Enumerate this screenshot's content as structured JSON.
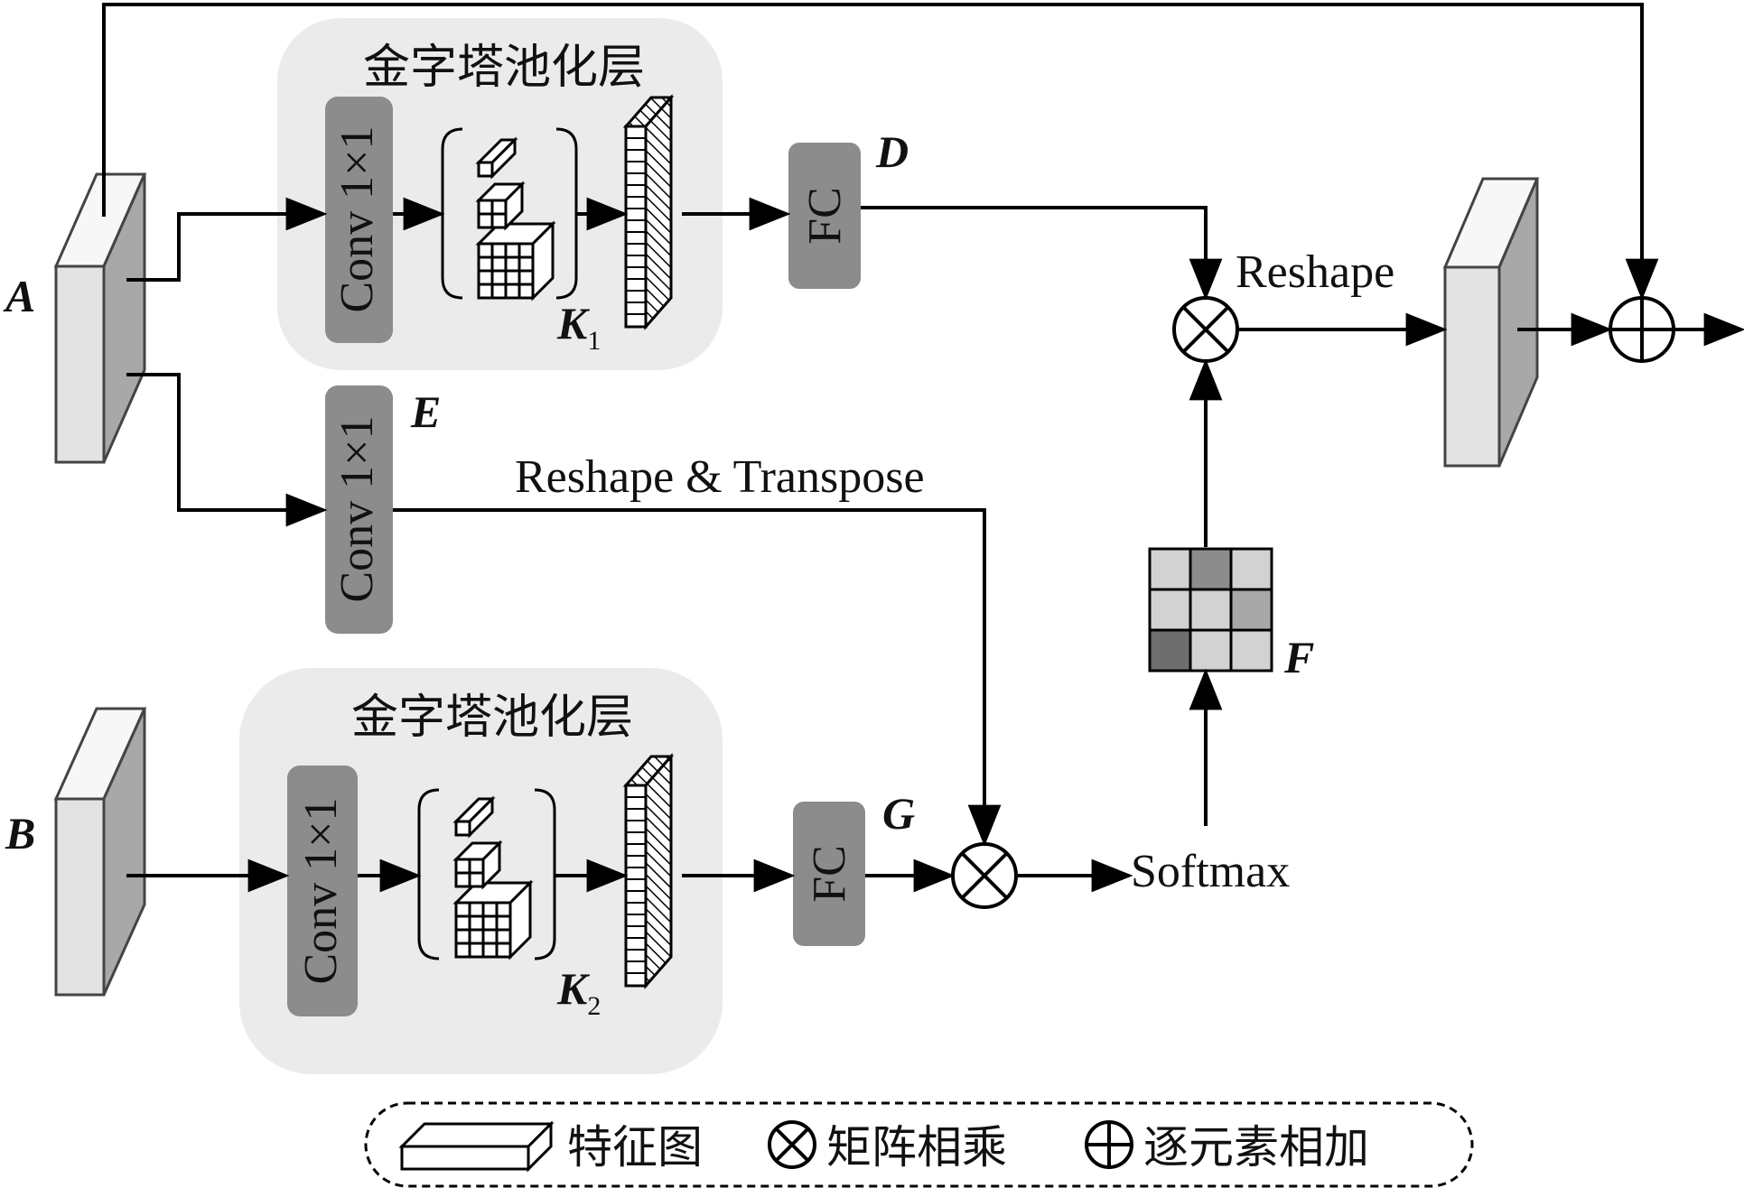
{
  "pyramid_title_top": "金字塔池化层",
  "pyramid_title_bottom": "金字塔池化层",
  "conv_label": "Conv 1×1",
  "fc_label": "FC",
  "labels": {
    "A": "A",
    "B": "B",
    "D": "D",
    "E": "E",
    "F": "F",
    "G": "G",
    "K": "K",
    "k1_sub": "1",
    "k2_sub": "2"
  },
  "ops": {
    "reshape": "Reshape",
    "reshape_transpose": "Reshape & Transpose",
    "softmax": "Softmax"
  },
  "legend": {
    "feature_map": "特征图",
    "matrix_multiply": "矩阵相乘",
    "elementwise_add": "逐元素相加"
  },
  "colors": {
    "panel": "#ebebeb",
    "module": "#8c8c8c",
    "map_front": "#e3e3e3",
    "map_side": "#a8a8a8",
    "map_top": "#f7f7f7",
    "stroke": "#000000"
  }
}
